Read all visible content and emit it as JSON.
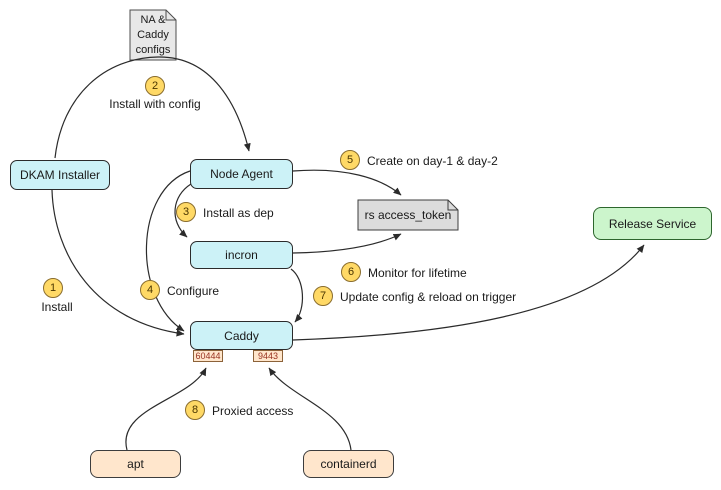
{
  "diagram": {
    "nodes": {
      "configs_doc": {
        "line1": "NA &",
        "line2": "Caddy",
        "line3": "configs"
      },
      "dkam_installer": {
        "label": "DKAM Installer"
      },
      "node_agent": {
        "label": "Node Agent"
      },
      "incron": {
        "label": "incron"
      },
      "caddy": {
        "label": "Caddy"
      },
      "port_left": {
        "label": "60444"
      },
      "port_right": {
        "label": "9443"
      },
      "rs_access_token": {
        "label": "rs access_token"
      },
      "release_service": {
        "label": "Release Service"
      },
      "apt": {
        "label": "apt"
      },
      "containerd": {
        "label": "containerd"
      }
    },
    "steps": [
      {
        "num": "1",
        "label": "Install"
      },
      {
        "num": "2",
        "label": "Install with config"
      },
      {
        "num": "3",
        "label": "Install as dep"
      },
      {
        "num": "4",
        "label": "Configure"
      },
      {
        "num": "5",
        "label": "Create on day-1 & day-2"
      },
      {
        "num": "6",
        "label": "Monitor for lifetime"
      },
      {
        "num": "7",
        "label": "Update config & reload on trigger"
      },
      {
        "num": "8",
        "label": "Proxied access"
      }
    ],
    "colors": {
      "node_cyan": "#ccf2f7",
      "node_green": "#ccf5cc",
      "node_peach": "#ffe6cc",
      "doc_gray": "#e8e8e8",
      "badge_yellow": "#ffd966",
      "port_text": "#993322",
      "line": "#2b2b2b"
    }
  }
}
